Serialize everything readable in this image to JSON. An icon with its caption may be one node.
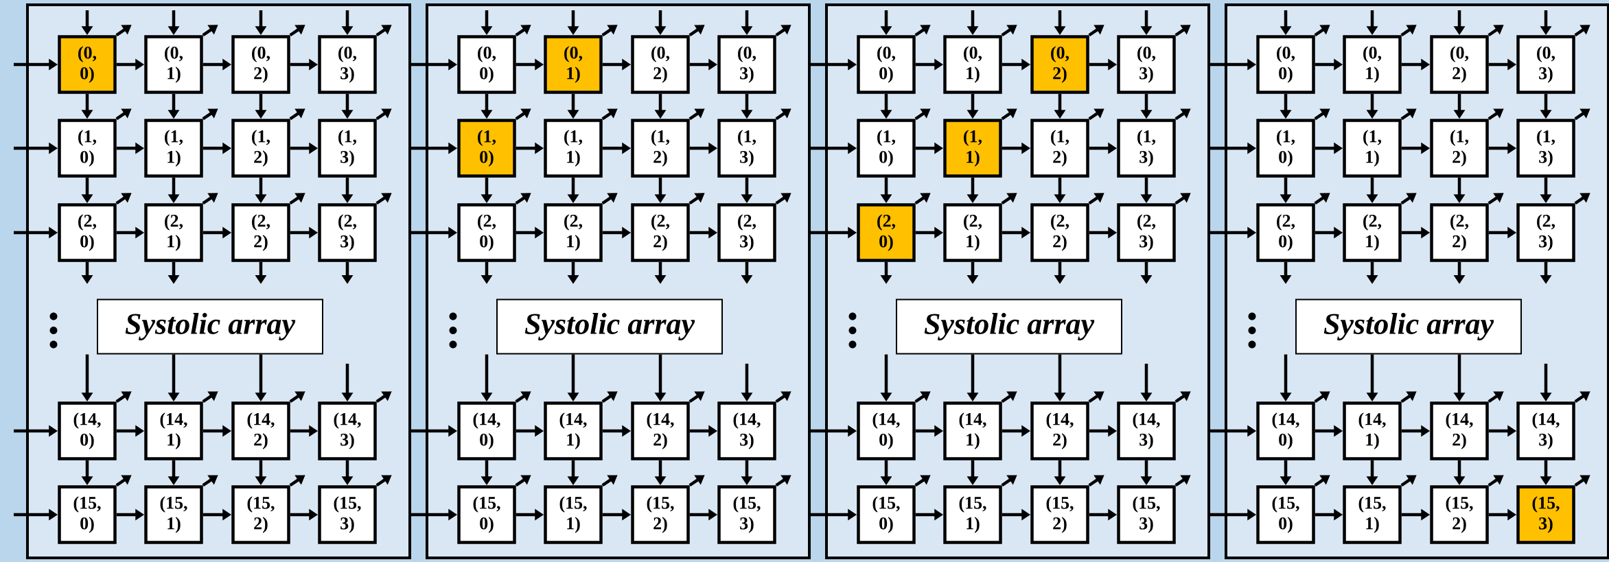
{
  "diagram": {
    "nodes": [
      {
        "text": [],
        "shape": "box"
      },
      {
        "text": [
          "(0, 0)"
        ],
        "in": 0
      },
      {
        "text": [
          "(0, 1)"
        ],
        "in": 0
      },
      {
        "text": [
          "(0, 2)"
        ],
        "in": 0
      },
      {
        "text": [
          "(0, 3)"
        ],
        "in": 0
      },
      {
        "text": [
          "(1, 0)"
        ],
        "in": 0
      },
      {
        "text": [
          "(1, 1)"
        ],
        "in": 0
      },
      {
        "text": [
          "(1, 2)"
        ],
        "in": 0
      },
      {
        "text": [
          "(1, 3)"
        ],
        "in": 0
      },
      {
        "text": [
          "(2, 0)"
        ],
        "in": 0
      },
      {
        "text": [
          "(2, 1)"
        ],
        "in": 0
      },
      {
        "text": [
          "(2, 2)"
        ],
        "in": 0
      },
      {
        "text": [
          "(2, 3)"
        ],
        "in": 0
      },
      {
        "text": [
          "Systolic array"
        ],
        "in": 0
      },
      {
        "text": [
          "(14, 0)"
        ],
        "in": 0
      },
      {
        "text": [
          "(14, 1)"
        ],
        "in": 0
      },
      {
        "text": [
          "(14, 2)"
        ],
        "in": 0
      },
      {
        "text": [
          "(14, 3)"
        ],
        "in": 0
      },
      {
        "text": [
          "(15, 0)"
        ],
        "in": 0
      },
      {
        "text": [
          "(15, 1)"
        ],
        "in": 0
      },
      {
        "text": [
          "(15, 2)"
        ],
        "in": 0
      },
      {
        "text": [
          "(15, 3)"
        ],
        "in": 0
      },
      {
        "text": [],
        "shape": "box"
      },
      {
        "text": [
          "(0, 0)"
        ],
        "in": 22
      },
      {
        "text": [
          "(0, 1)"
        ],
        "in": 22
      },
      {
        "text": [
          "(0, 2)"
        ],
        "in": 22
      },
      {
        "text": [
          "(0, 3)"
        ],
        "in": 22
      },
      {
        "text": [
          "(1, 0)"
        ],
        "in": 22
      },
      {
        "text": [
          "(1, 1)"
        ],
        "in": 22
      },
      {
        "text": [
          "(1, 2)"
        ],
        "in": 22
      },
      {
        "text": [
          "(1, 3)"
        ],
        "in": 22
      },
      {
        "text": [
          "(2, 0)"
        ],
        "in": 22
      },
      {
        "text": [
          "(2, 1)"
        ],
        "in": 22
      },
      {
        "text": [
          "(2, 2)"
        ],
        "in": 22
      },
      {
        "text": [
          "(2, 3)"
        ],
        "in": 22
      },
      {
        "text": [
          "Systolic array"
        ],
        "in": 22
      },
      {
        "text": [
          "(14, 0)"
        ],
        "in": 22
      },
      {
        "text": [
          "(14, 1)"
        ],
        "in": 22
      },
      {
        "text": [
          "(14, 2)"
        ],
        "in": 22
      },
      {
        "text": [
          "(14, 3)"
        ],
        "in": 22
      },
      {
        "text": [
          "(15, 0)"
        ],
        "in": 22
      },
      {
        "text": [
          "(15, 1)"
        ],
        "in": 22
      },
      {
        "text": [
          "(15, 2)"
        ],
        "in": 22
      },
      {
        "text": [
          "(15, 3)"
        ],
        "in": 22
      },
      {
        "text": [],
        "shape": "box"
      },
      {
        "text": [
          "(0, 0)"
        ],
        "in": 44
      },
      {
        "text": [
          "(0, 1)"
        ],
        "in": 44
      },
      {
        "text": [
          "(0, 2)"
        ],
        "in": 44
      },
      {
        "text": [
          "(0, 3)"
        ],
        "in": 44
      },
      {
        "text": [
          "(1, 0)"
        ],
        "in": 44
      },
      {
        "text": [
          "(1, 1)"
        ],
        "in": 44
      },
      {
        "text": [
          "(1, 2)"
        ],
        "in": 44
      },
      {
        "text": [
          "(1, 3)"
        ],
        "in": 44
      },
      {
        "text": [
          "(2, 0)"
        ],
        "in": 44
      },
      {
        "text": [
          "(2, 1)"
        ],
        "in": 44
      },
      {
        "text": [
          "(2, 2)"
        ],
        "in": 44
      },
      {
        "text": [
          "(2, 3)"
        ],
        "in": 44
      },
      {
        "text": [
          "Systolic array"
        ],
        "in": 44
      },
      {
        "text": [
          "(14, 0)"
        ],
        "in": 44
      },
      {
        "text": [
          "(14, 1)"
        ],
        "in": 44
      },
      {
        "text": [
          "(14, 2)"
        ],
        "in": 44
      },
      {
        "text": [
          "(14, 3)"
        ],
        "in": 44
      },
      {
        "text": [
          "(15, 0)"
        ],
        "in": 44
      },
      {
        "text": [
          "(15, 1)"
        ],
        "in": 44
      },
      {
        "text": [
          "(15, 2)"
        ],
        "in": 44
      },
      {
        "text": [
          "(15, 3)"
        ],
        "in": 44
      },
      {
        "text": [],
        "shape": "box"
      },
      {
        "text": [
          "(0, 0)"
        ],
        "in": 66
      },
      {
        "text": [
          "(0, 1)"
        ],
        "in": 66
      },
      {
        "text": [
          "(0, 2)"
        ],
        "in": 66
      },
      {
        "text": [
          "(0, 3)"
        ],
        "in": 66
      },
      {
        "text": [
          "(1, 0)"
        ],
        "in": 66
      },
      {
        "text": [
          "(1, 1)"
        ],
        "in": 66
      },
      {
        "text": [
          "(1, 2)"
        ],
        "in": 66
      },
      {
        "text": [
          "(1, 3)"
        ],
        "in": 66
      },
      {
        "text": [
          "(2, 0)"
        ],
        "in": 66
      },
      {
        "text": [
          "(2, 1)"
        ],
        "in": 66
      },
      {
        "text": [
          "(2, 2)"
        ],
        "in": 66
      },
      {
        "text": [
          "(2, 3)"
        ],
        "in": 66
      },
      {
        "text": [
          "Systolic array"
        ],
        "in": 66
      },
      {
        "text": [
          "(14, 0)"
        ],
        "in": 66
      },
      {
        "text": [
          "(14, 1)"
        ],
        "in": 66
      },
      {
        "text": [
          "(14, 2)"
        ],
        "in": 66
      },
      {
        "text": [
          "(14, 3)"
        ],
        "in": 66
      },
      {
        "text": [
          "(15, 0)"
        ],
        "in": 66
      },
      {
        "text": [
          "(15, 1)"
        ],
        "in": 66
      },
      {
        "text": [
          "(15, 2)"
        ],
        "in": 66
      },
      {
        "text": [
          "(15, 3)"
        ],
        "in": 66
      }
    ],
    "edges": [
      {
        "from": null,
        "to": 1,
        "arrow": "to"
      },
      {
        "from": 1,
        "to": 2,
        "arrow": "to"
      },
      {
        "from": 2,
        "to": 3,
        "arrow": "to"
      },
      {
        "from": 3,
        "to": 4,
        "arrow": "to"
      },
      {
        "from": null,
        "to": 5,
        "arrow": "to"
      },
      {
        "from": 5,
        "to": 6,
        "arrow": "to"
      },
      {
        "from": 6,
        "to": 7,
        "arrow": "to"
      },
      {
        "from": 7,
        "to": 8,
        "arrow": "to"
      },
      {
        "from": null,
        "to": 9,
        "arrow": "to"
      },
      {
        "from": 9,
        "to": 10,
        "arrow": "to"
      },
      {
        "from": 10,
        "to": 11,
        "arrow": "to"
      },
      {
        "from": 11,
        "to": 12,
        "arrow": "to"
      },
      {
        "from": null,
        "to": 14,
        "arrow": "to"
      },
      {
        "from": 14,
        "to": 15,
        "arrow": "to"
      },
      {
        "from": 15,
        "to": 16,
        "arrow": "to"
      },
      {
        "from": 16,
        "to": 17,
        "arrow": "to"
      },
      {
        "from": null,
        "to": 18,
        "arrow": "to"
      },
      {
        "from": 18,
        "to": 19,
        "arrow": "to"
      },
      {
        "from": 19,
        "to": 20,
        "arrow": "to"
      },
      {
        "from": 20,
        "to": 21,
        "arrow": "to"
      },
      {
        "from": null,
        "to": 1,
        "arrow": "to"
      },
      {
        "from": null,
        "to": 2,
        "arrow": "to"
      },
      {
        "from": null,
        "to": 3,
        "arrow": "to"
      },
      {
        "from": null,
        "to": 4,
        "arrow": "to"
      },
      {
        "from": 1,
        "to": 5,
        "arrow": "to"
      },
      {
        "from": 2,
        "to": 6,
        "arrow": "to"
      },
      {
        "from": 3,
        "to": 7,
        "arrow": "to"
      },
      {
        "from": 4,
        "to": 8,
        "arrow": "to"
      },
      {
        "from": 5,
        "to": 9,
        "arrow": "to"
      },
      {
        "from": 6,
        "to": 10,
        "arrow": "to"
      },
      {
        "from": 7,
        "to": 11,
        "arrow": "to"
      },
      {
        "from": 8,
        "to": 12,
        "arrow": "to"
      },
      {
        "from": 9,
        "to": null,
        "arrow": "to"
      },
      {
        "from": 10,
        "to": null,
        "arrow": "to"
      },
      {
        "from": 11,
        "to": null,
        "arrow": "to"
      },
      {
        "from": 12,
        "to": null,
        "arrow": "to"
      },
      {
        "from": 13,
        "to": 14,
        "arrow": "to"
      },
      {
        "from": 13,
        "to": 15,
        "arrow": "to"
      },
      {
        "from": 13,
        "to": 16,
        "arrow": "to"
      },
      {
        "from": null,
        "to": 17,
        "arrow": "to"
      },
      {
        "from": 14,
        "to": 18,
        "arrow": "to"
      },
      {
        "from": 15,
        "to": 19,
        "arrow": "to"
      },
      {
        "from": 16,
        "to": 20,
        "arrow": "to"
      },
      {
        "from": 17,
        "to": 21,
        "arrow": "to"
      },
      {
        "from": 1,
        "to": null,
        "arrow": "to"
      },
      {
        "from": 2,
        "to": null,
        "arrow": "to"
      },
      {
        "from": 3,
        "to": null,
        "arrow": "to"
      },
      {
        "from": 4,
        "to": null,
        "arrow": "to"
      },
      {
        "from": 5,
        "to": null,
        "arrow": "to"
      },
      {
        "from": 6,
        "to": null,
        "arrow": "to"
      },
      {
        "from": 7,
        "to": null,
        "arrow": "to"
      },
      {
        "from": 8,
        "to": null,
        "arrow": "to"
      },
      {
        "from": 9,
        "to": null,
        "arrow": "to"
      },
      {
        "from": 10,
        "to": null,
        "arrow": "to"
      },
      {
        "from": 11,
        "to": null,
        "arrow": "to"
      },
      {
        "from": 12,
        "to": null,
        "arrow": "to"
      },
      {
        "from": 14,
        "to": null,
        "arrow": "to"
      },
      {
        "from": 15,
        "to": null,
        "arrow": "to"
      },
      {
        "from": 16,
        "to": null,
        "arrow": "to"
      },
      {
        "from": 17,
        "to": null,
        "arrow": "to"
      },
      {
        "from": 18,
        "to": null,
        "arrow": "to"
      },
      {
        "from": 19,
        "to": null,
        "arrow": "to"
      },
      {
        "from": 20,
        "to": null,
        "arrow": "to"
      },
      {
        "from": 21,
        "to": null,
        "arrow": "to"
      },
      {
        "from": 0,
        "to": 23,
        "arrow": "to"
      },
      {
        "from": 23,
        "to": 24,
        "arrow": "to"
      },
      {
        "from": 24,
        "to": 25,
        "arrow": "to"
      },
      {
        "from": 25,
        "to": 26,
        "arrow": "to"
      },
      {
        "from": 0,
        "to": 27,
        "arrow": "to"
      },
      {
        "from": 27,
        "to": 28,
        "arrow": "to"
      },
      {
        "from": 28,
        "to": 29,
        "arrow": "to"
      },
      {
        "from": 29,
        "to": 30,
        "arrow": "to"
      },
      {
        "from": 0,
        "to": 31,
        "arrow": "to"
      },
      {
        "from": 31,
        "to": 32,
        "arrow": "to"
      },
      {
        "from": 32,
        "to": 33,
        "arrow": "to"
      },
      {
        "from": 33,
        "to": 34,
        "arrow": "to"
      },
      {
        "from": 0,
        "to": 36,
        "arrow": "to"
      },
      {
        "from": 36,
        "to": 37,
        "arrow": "to"
      },
      {
        "from": 37,
        "to": 38,
        "arrow": "to"
      },
      {
        "from": 38,
        "to": 39,
        "arrow": "to"
      },
      {
        "from": 0,
        "to": 40,
        "arrow": "to"
      },
      {
        "from": 40,
        "to": 41,
        "arrow": "to"
      },
      {
        "from": 41,
        "to": 42,
        "arrow": "to"
      },
      {
        "from": 42,
        "to": 43,
        "arrow": "to"
      },
      {
        "from": null,
        "to": 23,
        "arrow": "to"
      },
      {
        "from": null,
        "to": 24,
        "arrow": "to"
      },
      {
        "from": null,
        "to": 25,
        "arrow": "to"
      },
      {
        "from": null,
        "to": 26,
        "arrow": "to"
      },
      {
        "from": 23,
        "to": 27,
        "arrow": "to"
      },
      {
        "from": 24,
        "to": 28,
        "arrow": "to"
      },
      {
        "from": 25,
        "to": 29,
        "arrow": "to"
      },
      {
        "from": 26,
        "to": 30,
        "arrow": "to"
      },
      {
        "from": 27,
        "to": 31,
        "arrow": "to"
      },
      {
        "from": 28,
        "to": 32,
        "arrow": "to"
      },
      {
        "from": 29,
        "to": 33,
        "arrow": "to"
      },
      {
        "from": 30,
        "to": 34,
        "arrow": "to"
      },
      {
        "from": 31,
        "to": null,
        "arrow": "to"
      },
      {
        "from": 32,
        "to": null,
        "arrow": "to"
      },
      {
        "from": 33,
        "to": null,
        "arrow": "to"
      },
      {
        "from": 34,
        "to": null,
        "arrow": "to"
      },
      {
        "from": 35,
        "to": 36,
        "arrow": "to"
      },
      {
        "from": 35,
        "to": 37,
        "arrow": "to"
      },
      {
        "from": 35,
        "to": 38,
        "arrow": "to"
      },
      {
        "from": null,
        "to": 39,
        "arrow": "to"
      },
      {
        "from": 36,
        "to": 40,
        "arrow": "to"
      },
      {
        "from": 37,
        "to": 41,
        "arrow": "to"
      },
      {
        "from": 38,
        "to": 42,
        "arrow": "to"
      },
      {
        "from": 39,
        "to": 43,
        "arrow": "to"
      },
      {
        "from": 23,
        "to": null,
        "arrow": "to"
      },
      {
        "from": 24,
        "to": null,
        "arrow": "to"
      },
      {
        "from": 25,
        "to": null,
        "arrow": "to"
      },
      {
        "from": 26,
        "to": null,
        "arrow": "to"
      },
      {
        "from": 27,
        "to": null,
        "arrow": "to"
      },
      {
        "from": 28,
        "to": null,
        "arrow": "to"
      },
      {
        "from": 29,
        "to": null,
        "arrow": "to"
      },
      {
        "from": 30,
        "to": null,
        "arrow": "to"
      },
      {
        "from": 31,
        "to": null,
        "arrow": "to"
      },
      {
        "from": 32,
        "to": null,
        "arrow": "to"
      },
      {
        "from": 33,
        "to": null,
        "arrow": "to"
      },
      {
        "from": 34,
        "to": null,
        "arrow": "to"
      },
      {
        "from": 36,
        "to": null,
        "arrow": "to"
      },
      {
        "from": 37,
        "to": null,
        "arrow": "to"
      },
      {
        "from": 38,
        "to": null,
        "arrow": "to"
      },
      {
        "from": 39,
        "to": null,
        "arrow": "to"
      },
      {
        "from": 40,
        "to": null,
        "arrow": "to"
      },
      {
        "from": 41,
        "to": null,
        "arrow": "to"
      },
      {
        "from": 42,
        "to": null,
        "arrow": "to"
      },
      {
        "from": 43,
        "to": null,
        "arrow": "to"
      },
      {
        "from": 22,
        "to": 45,
        "arrow": "to"
      },
      {
        "from": 45,
        "to": 46,
        "arrow": "to"
      },
      {
        "from": 46,
        "to": 47,
        "arrow": "to"
      },
      {
        "from": 47,
        "to": 48,
        "arrow": "to"
      },
      {
        "from": 22,
        "to": 49,
        "arrow": "to"
      },
      {
        "from": 49,
        "to": 50,
        "arrow": "to"
      },
      {
        "from": 50,
        "to": 51,
        "arrow": "to"
      },
      {
        "from": 51,
        "to": 52,
        "arrow": "to"
      },
      {
        "from": 22,
        "to": 53,
        "arrow": "to"
      },
      {
        "from": 53,
        "to": 54,
        "arrow": "to"
      },
      {
        "from": 54,
        "to": 55,
        "arrow": "to"
      },
      {
        "from": 55,
        "to": 56,
        "arrow": "to"
      },
      {
        "from": 22,
        "to": 58,
        "arrow": "to"
      },
      {
        "from": 58,
        "to": 59,
        "arrow": "to"
      },
      {
        "from": 59,
        "to": 60,
        "arrow": "to"
      },
      {
        "from": 60,
        "to": 61,
        "arrow": "to"
      },
      {
        "from": 22,
        "to": 62,
        "arrow": "to"
      },
      {
        "from": 62,
        "to": 63,
        "arrow": "to"
      },
      {
        "from": 63,
        "to": 64,
        "arrow": "to"
      },
      {
        "from": 64,
        "to": 65,
        "arrow": "to"
      },
      {
        "from": null,
        "to": 45,
        "arrow": "to"
      },
      {
        "from": null,
        "to": 46,
        "arrow": "to"
      },
      {
        "from": null,
        "to": 47,
        "arrow": "to"
      },
      {
        "from": null,
        "to": 48,
        "arrow": "to"
      },
      {
        "from": 45,
        "to": 49,
        "arrow": "to"
      },
      {
        "from": 46,
        "to": 50,
        "arrow": "to"
      },
      {
        "from": 47,
        "to": 51,
        "arrow": "to"
      },
      {
        "from": 48,
        "to": 52,
        "arrow": "to"
      },
      {
        "from": 49,
        "to": 53,
        "arrow": "to"
      },
      {
        "from": 50,
        "to": 54,
        "arrow": "to"
      },
      {
        "from": 51,
        "to": 55,
        "arrow": "to"
      },
      {
        "from": 52,
        "to": 56,
        "arrow": "to"
      },
      {
        "from": 53,
        "to": null,
        "arrow": "to"
      },
      {
        "from": 54,
        "to": null,
        "arrow": "to"
      },
      {
        "from": 55,
        "to": null,
        "arrow": "to"
      },
      {
        "from": 56,
        "to": null,
        "arrow": "to"
      },
      {
        "from": 57,
        "to": 58,
        "arrow": "to"
      },
      {
        "from": 57,
        "to": 59,
        "arrow": "to"
      },
      {
        "from": 57,
        "to": 60,
        "arrow": "to"
      },
      {
        "from": null,
        "to": 61,
        "arrow": "to"
      },
      {
        "from": 58,
        "to": 62,
        "arrow": "to"
      },
      {
        "from": 59,
        "to": 63,
        "arrow": "to"
      },
      {
        "from": 60,
        "to": 64,
        "arrow": "to"
      },
      {
        "from": 61,
        "to": 65,
        "arrow": "to"
      },
      {
        "from": 45,
        "to": null,
        "arrow": "to"
      },
      {
        "from": 46,
        "to": null,
        "arrow": "to"
      },
      {
        "from": 47,
        "to": null,
        "arrow": "to"
      },
      {
        "from": 48,
        "to": null,
        "arrow": "to"
      },
      {
        "from": 49,
        "to": null,
        "arrow": "to"
      },
      {
        "from": 50,
        "to": null,
        "arrow": "to"
      },
      {
        "from": 51,
        "to": null,
        "arrow": "to"
      },
      {
        "from": 52,
        "to": null,
        "arrow": "to"
      },
      {
        "from": 53,
        "to": null,
        "arrow": "to"
      },
      {
        "from": 54,
        "to": null,
        "arrow": "to"
      },
      {
        "from": 55,
        "to": null,
        "arrow": "to"
      },
      {
        "from": 56,
        "to": null,
        "arrow": "to"
      },
      {
        "from": 58,
        "to": null,
        "arrow": "to"
      },
      {
        "from": 59,
        "to": null,
        "arrow": "to"
      },
      {
        "from": 60,
        "to": null,
        "arrow": "to"
      },
      {
        "from": 61,
        "to": null,
        "arrow": "to"
      },
      {
        "from": 62,
        "to": null,
        "arrow": "to"
      },
      {
        "from": 63,
        "to": null,
        "arrow": "to"
      },
      {
        "from": 64,
        "to": null,
        "arrow": "to"
      },
      {
        "from": 65,
        "to": null,
        "arrow": "to"
      },
      {
        "from": 44,
        "to": 67,
        "arrow": "to"
      },
      {
        "from": 67,
        "to": 68,
        "arrow": "to"
      },
      {
        "from": 68,
        "to": 69,
        "arrow": "to"
      },
      {
        "from": 69,
        "to": 70,
        "arrow": "to"
      },
      {
        "from": 44,
        "to": 71,
        "arrow": "to"
      },
      {
        "from": 71,
        "to": 72,
        "arrow": "to"
      },
      {
        "from": 72,
        "to": 73,
        "arrow": "to"
      },
      {
        "from": 73,
        "to": 74,
        "arrow": "to"
      },
      {
        "from": 44,
        "to": 75,
        "arrow": "to"
      },
      {
        "from": 75,
        "to": 76,
        "arrow": "to"
      },
      {
        "from": 76,
        "to": 77,
        "arrow": "to"
      },
      {
        "from": 77,
        "to": 78,
        "arrow": "to"
      },
      {
        "from": 44,
        "to": 80,
        "arrow": "to"
      },
      {
        "from": 80,
        "to": 81,
        "arrow": "to"
      },
      {
        "from": 81,
        "to": 82,
        "arrow": "to"
      },
      {
        "from": 82,
        "to": 83,
        "arrow": "to"
      },
      {
        "from": 44,
        "to": 84,
        "arrow": "to"
      },
      {
        "from": 84,
        "to": 85,
        "arrow": "to"
      },
      {
        "from": 85,
        "to": 86,
        "arrow": "to"
      },
      {
        "from": 86,
        "to": 87,
        "arrow": "to"
      },
      {
        "from": null,
        "to": 67,
        "arrow": "to"
      },
      {
        "from": null,
        "to": 68,
        "arrow": "to"
      },
      {
        "from": null,
        "to": 69,
        "arrow": "to"
      },
      {
        "from": null,
        "to": 70,
        "arrow": "to"
      },
      {
        "from": 67,
        "to": 71,
        "arrow": "to"
      },
      {
        "from": 68,
        "to": 72,
        "arrow": "to"
      },
      {
        "from": 69,
        "to": 73,
        "arrow": "to"
      },
      {
        "from": 70,
        "to": 74,
        "arrow": "to"
      },
      {
        "from": 71,
        "to": 75,
        "arrow": "to"
      },
      {
        "from": 72,
        "to": 76,
        "arrow": "to"
      },
      {
        "from": 73,
        "to": 77,
        "arrow": "to"
      },
      {
        "from": 74,
        "to": 78,
        "arrow": "to"
      },
      {
        "from": 75,
        "to": null,
        "arrow": "to"
      },
      {
        "from": 76,
        "to": null,
        "arrow": "to"
      },
      {
        "from": 77,
        "to": null,
        "arrow": "to"
      },
      {
        "from": 78,
        "to": null,
        "arrow": "to"
      },
      {
        "from": 79,
        "to": 80,
        "arrow": "to"
      },
      {
        "from": 79,
        "to": 81,
        "arrow": "to"
      },
      {
        "from": 79,
        "to": 82,
        "arrow": "to"
      },
      {
        "from": null,
        "to": 83,
        "arrow": "to"
      },
      {
        "from": 80,
        "to": 84,
        "arrow": "to"
      },
      {
        "from": 81,
        "to": 85,
        "arrow": "to"
      },
      {
        "from": 82,
        "to": 86,
        "arrow": "to"
      },
      {
        "from": 83,
        "to": 87,
        "arrow": "to"
      },
      {
        "from": 67,
        "to": null,
        "arrow": "to"
      },
      {
        "from": 68,
        "to": null,
        "arrow": "to"
      },
      {
        "from": 69,
        "to": null,
        "arrow": "to"
      },
      {
        "from": 70,
        "to": null,
        "arrow": "to"
      },
      {
        "from": 71,
        "to": null,
        "arrow": "to"
      },
      {
        "from": 72,
        "to": null,
        "arrow": "to"
      },
      {
        "from": 73,
        "to": null,
        "arrow": "to"
      },
      {
        "from": 74,
        "to": null,
        "arrow": "to"
      },
      {
        "from": 75,
        "to": null,
        "arrow": "to"
      },
      {
        "from": 76,
        "to": null,
        "arrow": "to"
      },
      {
        "from": 77,
        "to": null,
        "arrow": "to"
      },
      {
        "from": 78,
        "to": null,
        "arrow": "to"
      },
      {
        "from": 80,
        "to": null,
        "arrow": "to"
      },
      {
        "from": 81,
        "to": null,
        "arrow": "to"
      },
      {
        "from": 82,
        "to": null,
        "arrow": "to"
      },
      {
        "from": 83,
        "to": null,
        "arrow": "to"
      },
      {
        "from": 84,
        "to": null,
        "arrow": "to"
      },
      {
        "from": 85,
        "to": null,
        "arrow": "to"
      },
      {
        "from": 86,
        "to": null,
        "arrow": "to"
      },
      {
        "from": 87,
        "to": null,
        "arrow": "to"
      }
    ]
  }
}
